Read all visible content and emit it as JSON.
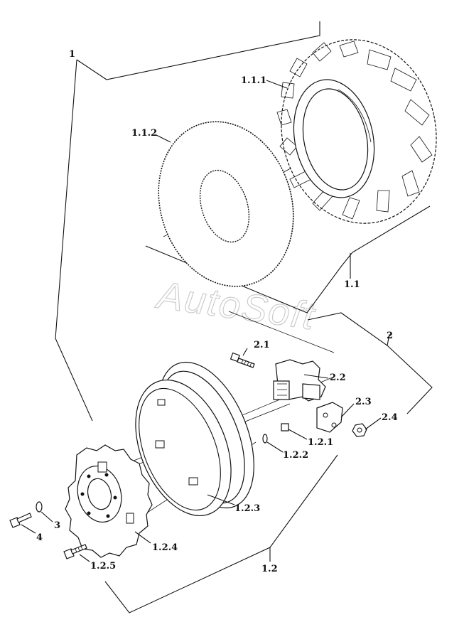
{
  "labels": {
    "l1": "1",
    "l111": "1.1.1",
    "l112": "1.1.2",
    "l11": "1.1",
    "l2": "2",
    "l21": "2.1",
    "l22": "2.2",
    "l23": "2.3",
    "l24": "2.4",
    "l121": "1.2.1",
    "l122": "1.2.2",
    "l123": "1.2.3",
    "l124": "1.2.4",
    "l125": "1.2.5",
    "l12": "1.2",
    "l3": "3",
    "l4": "4"
  },
  "watermark": "AutoSoft"
}
